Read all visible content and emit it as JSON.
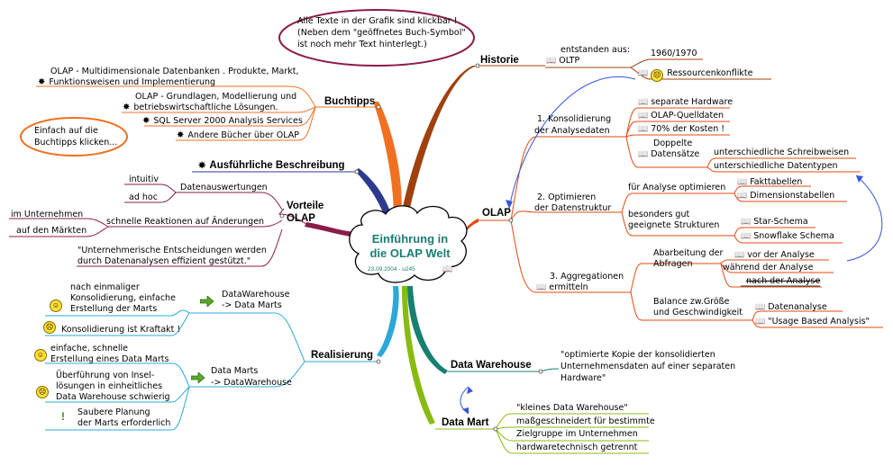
{
  "center": {
    "title_line1": "Einführung in",
    "title_line2": "die OLAP Welt",
    "date": "23.09.2004 - u245"
  },
  "callouts": {
    "top_l1": "Alle Texte in der Grafik sind klickbar !",
    "top_l2": "(Neben dem \"geöffnetes Buch-Symbol\"",
    "top_l3": "ist noch mehr Text hinterlegt.)",
    "left_l1": "Einfach auf die",
    "left_l2": "Buchtipps klicken..."
  },
  "historie": {
    "label": "Historie",
    "item": "entstanden aus:",
    "item2": "OLTP",
    "year": "1960/1970",
    "sub": "Ressourcenkonflikte"
  },
  "buchtipps": {
    "label": "Buchtipps",
    "b1_l1": "OLAP - Multidimensionale Datenbanken . Produkte, Markt,",
    "b1_l2": "Funktionsweisen und Implementierung",
    "b2_l1": "OLAP - Grundlagen, Modellierung und",
    "b2_l2": "betriebswirtschaftliche Lösungen.",
    "b3": "SQL Server 2000 Analysis Services",
    "b4": "Andere Bücher über OLAP"
  },
  "beschreibung": {
    "label": "Ausführliche Beschreibung"
  },
  "vorteile": {
    "label_l1": "Vorteile",
    "label_l2": "OLAP",
    "d": "Datenauswertungen",
    "d1": "intuitiv",
    "d2": "ad hoc",
    "r": "schnelle Reaktionen auf Änderungen",
    "r1": "im Unternehmen",
    "r2": "auf den Märkten",
    "q1": "\"Unternehmerische Entscheidungen werden",
    "q2": "durch Datenanalysen effizient gestützt.\""
  },
  "olap": {
    "label": "OLAP",
    "k_l1": "1.  Konsolidierung",
    "k_l2": "der Analysedaten",
    "k1": "separate Hardware",
    "k2": "OLAP-Quelldaten",
    "k3": "70% der Kosten !",
    "k4_l1": "Doppelte",
    "k4_l2": "Datensätze",
    "k4a": "unterschiedliche Schreibweisen",
    "k4b": "unterschiedliche Datentypen",
    "o_l1": "2.  Optimieren",
    "o_l2": "der Datenstruktur",
    "o1": "für Analyse optimieren",
    "o1a": "Fakttabellen",
    "o1b": "Dimensionstabellen",
    "o2_l1": "besonders gut",
    "o2_l2": "geeignete Strukturen",
    "o2a": "Star-Schema",
    "o2b": "Snowflake Schema",
    "a_l1": "3.  Aggregationen",
    "a_l2": "ermitteln",
    "a1_l1": "Abarbeitung der",
    "a1_l2": "Abfragen",
    "a1a": "vor der Analyse",
    "a1b": "während der Analyse",
    "a1c": "nach der Analyse",
    "a2_l1": "Balance zw.Größe",
    "a2_l2": "und Geschwindigkeit",
    "a2a": "Datenanalyse",
    "a2b": "\"Usage Based Analysis\""
  },
  "realisierung": {
    "label": "Realisierung",
    "r1_l1": "DataWarehouse",
    "r1_l2": "-> Data Marts",
    "r1a_l1": "nach einmaliger",
    "r1a_l2": "Konsolidierung, einfache",
    "r1a_l3": "Erstellung der Marts",
    "r1b": "Konsolidierung ist Kraftakt !",
    "r2_l1": "Data Marts",
    "r2_l2": "-> DataWarehouse",
    "r2a_l1": "einfache, schnelle",
    "r2a_l2": "Erstellung eines Data Marts",
    "r2b_l1": "Überführung von Insel-",
    "r2b_l2": "lösungen in einheitliches",
    "r2b_l3": "Data Warehouse schwierig",
    "r2c_l1": "Saubere Planung",
    "r2c_l2": "der Marts erforderlich"
  },
  "datawarehouse": {
    "label": "Data Warehouse",
    "d_l1": "\"optimierte Kopie der konsolidierten",
    "d_l2": "Unternehmensdaten auf einer separaten",
    "d_l3": "Hardware\""
  },
  "datamart": {
    "label": "Data Mart",
    "m1": "\"kleines Data Warehouse\"",
    "m2": "maßgeschneidert für bestimmte",
    "m3": "Zielgruppe im Unternehmen",
    "m4": "hardwaretechnisch getrennt"
  },
  "colors": {
    "historie": "#a0400c",
    "buchtipps": "#f07020",
    "beschreibung": "#2e3a8f",
    "vorteile": "#8b1c4a",
    "olap": "#e04a10",
    "realisierung": "#2ba8d8",
    "datawarehouse": "#188070",
    "datamart": "#88bb10",
    "accent": "#1c7d74"
  }
}
